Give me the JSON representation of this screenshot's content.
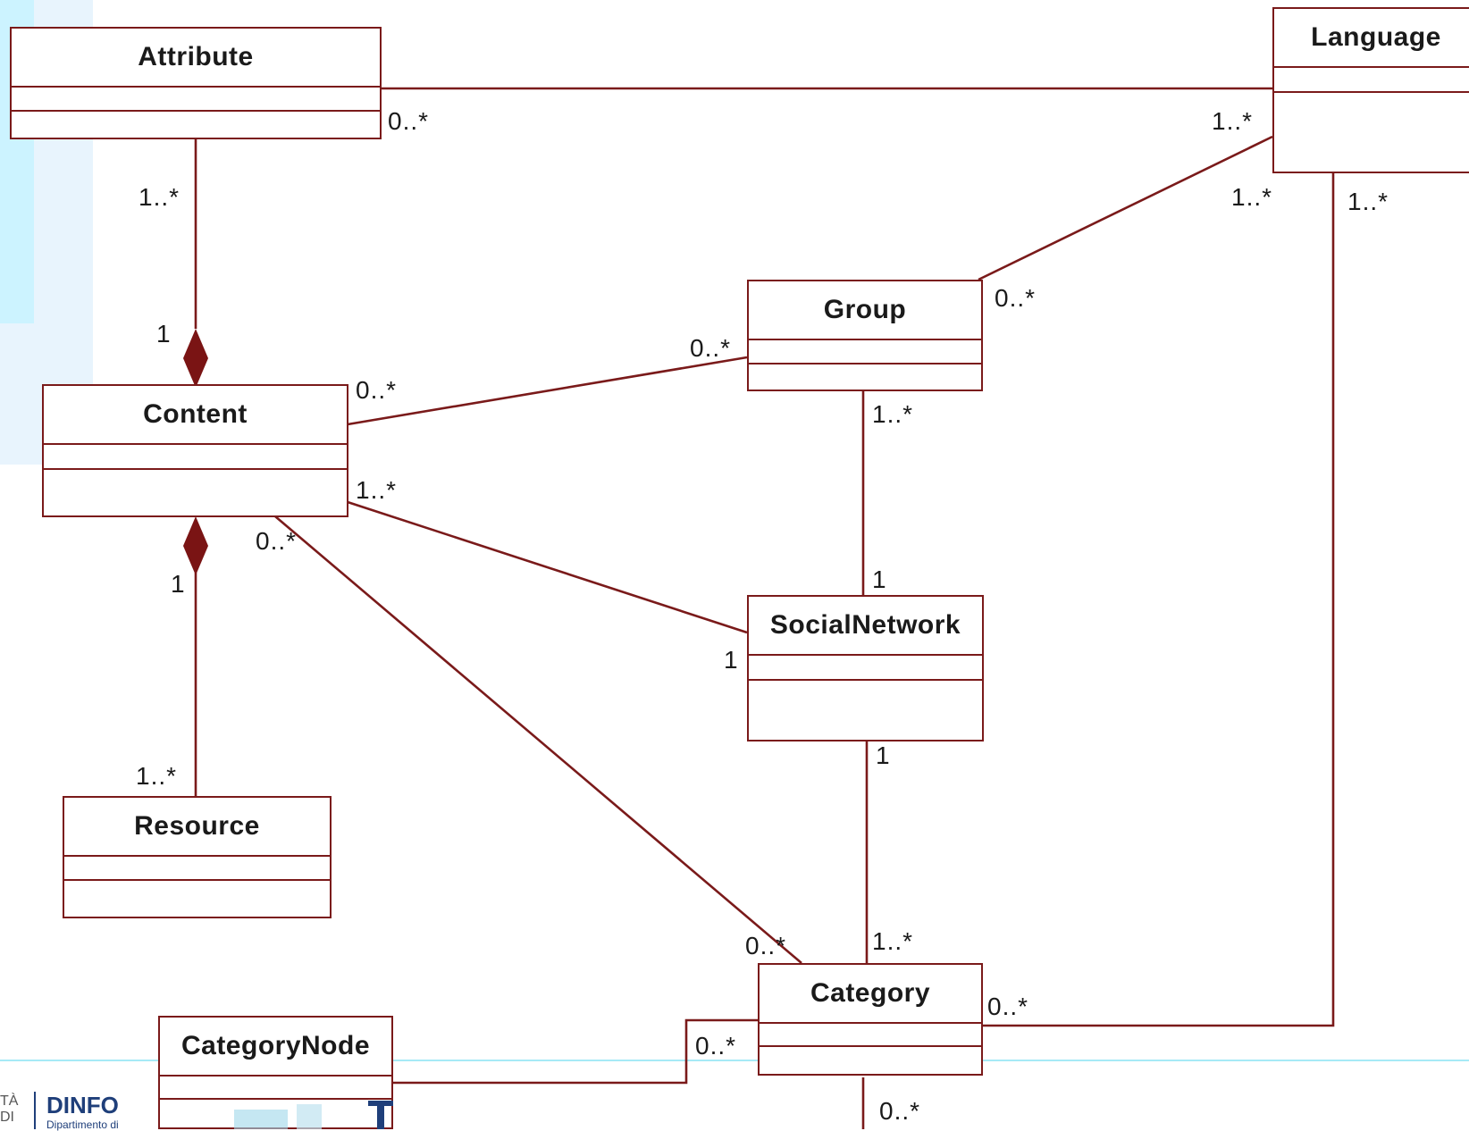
{
  "classes": {
    "attribute": "Attribute",
    "language": "Language",
    "group": "Group",
    "content": "Content",
    "social_network": "SocialNetwork",
    "resource": "Resource",
    "category": "Category",
    "category_node": "CategoryNode"
  },
  "multiplicities": {
    "attribute_language_attr": "0..*",
    "attribute_language_lang": "1..*",
    "attribute_content_attr": "1..*",
    "attribute_content_content": "1",
    "language_group_lang": "1..*",
    "language_group_group": "0..*",
    "language_category_lang": "1..*",
    "language_category_cat": "0..*",
    "content_group_content": "0..*",
    "content_group_group": "0..*",
    "group_socialnetwork_group": "1..*",
    "group_socialnetwork_sn": "1",
    "content_socialnetwork_content": "1..*",
    "content_socialnetwork_sn": "1",
    "content_resource_content": "1",
    "content_resource_resource": "1..*",
    "content_category_content": "0..*",
    "content_category_cat": "0..*",
    "socialnetwork_category_sn": "1",
    "socialnetwork_category_cat": "1..*",
    "categorynode_category_cat": "0..*",
    "category_bottom": "0..*"
  },
  "footer": {
    "dept_name": "DINFO",
    "dept_subtitle": "Dipartimento di",
    "university_fragment": "TÀ\nDI"
  },
  "colors": {
    "line": "#7a1a1a",
    "diamond": "#7a1414",
    "background_band": "#e8f6ff",
    "accent_band": "#ccf4ff",
    "footer_line": "#9fe8f5",
    "footer_text": "#1f3f7a"
  }
}
